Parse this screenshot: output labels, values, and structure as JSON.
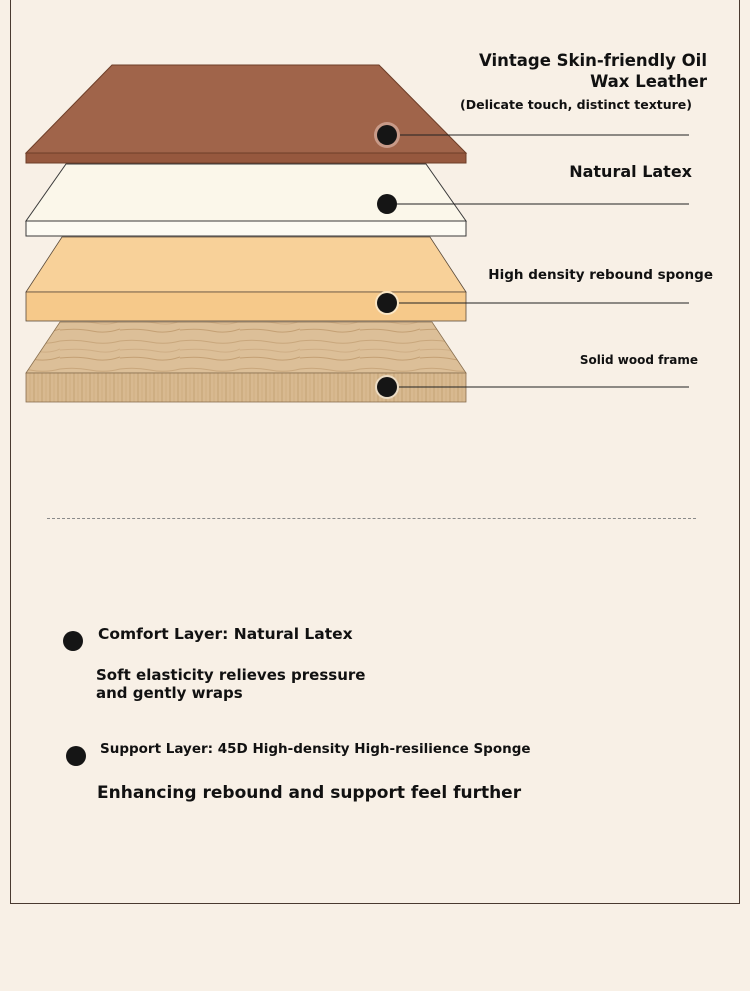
{
  "layers": [
    {
      "id": "leather",
      "title_line1": "Vintage Skin-friendly Oil",
      "title_line2": "Wax Leather",
      "subtitle": "(Delicate touch, distinct texture)",
      "color": "#a0644a"
    },
    {
      "id": "latex",
      "title": "Natural Latex",
      "color": "#fbf7ea"
    },
    {
      "id": "sponge",
      "title": "High density rebound sponge",
      "color": "#f8d199"
    },
    {
      "id": "wood",
      "title": "Solid wood frame",
      "color": "#dcbf98"
    }
  ],
  "features": [
    {
      "title": "Comfort Layer: Natural Latex",
      "description": "Soft elasticity relieves pressure and gently wraps"
    },
    {
      "title": "Support Layer: 45D High-density High-resilience Sponge",
      "description": "Enhancing rebound and support feel further"
    }
  ],
  "colors": {
    "background": "#f8f0e6",
    "marker": "#151515",
    "frame_border": "#4a3a30"
  }
}
